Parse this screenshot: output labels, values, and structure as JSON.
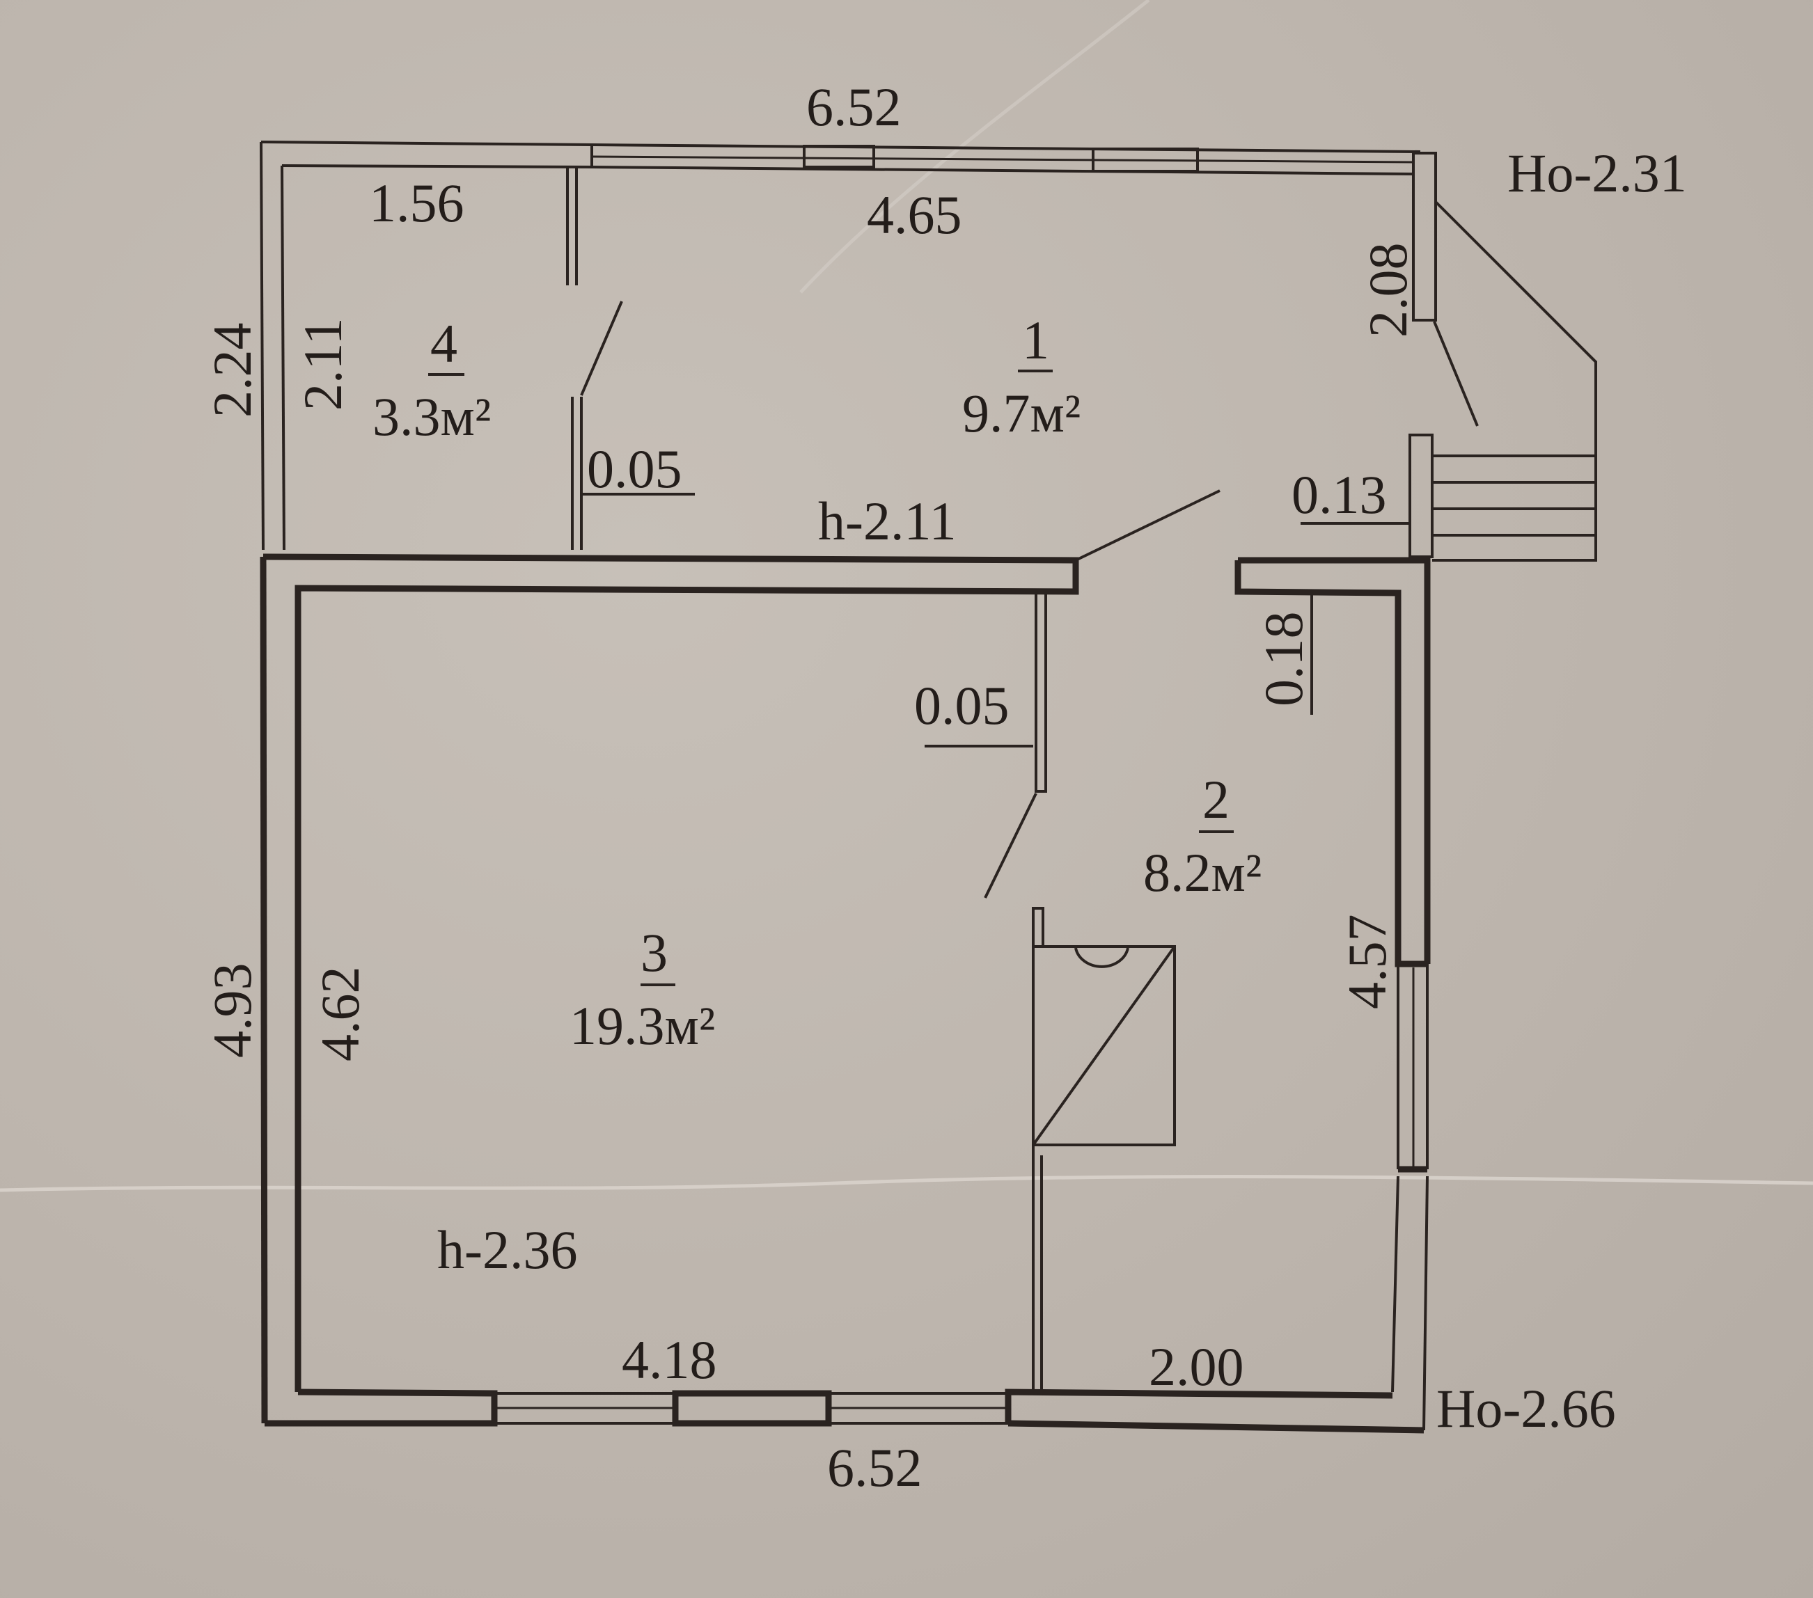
{
  "plan": {
    "dimensions": {
      "top_overall": "6.52",
      "bottom_overall": "6.52",
      "room4_width": "1.56",
      "room1_width": "4.65",
      "left_outer_upper": "2.24",
      "left_inner_upper": "2.11",
      "left_outer_lower": "4.93",
      "left_inner_lower": "4.62",
      "porch_wall": "2.08",
      "wall_upper_partition": "0.05",
      "wall_lower_partition": "0.05",
      "wall_porch": "0.13",
      "wall_right": "0.18",
      "right_inner": "4.57",
      "room3_width": "4.18",
      "room2_width": "2.00"
    },
    "heights": {
      "upper_ceiling": "h-2.11",
      "lower_ceiling": "h-2.36",
      "outer_upper": "Hо-2.31",
      "outer_lower": "Hо-2.66"
    },
    "rooms": [
      {
        "number": "1",
        "area": "9.7м²"
      },
      {
        "number": "2",
        "area": "8.2м²"
      },
      {
        "number": "3",
        "area": "19.3м²"
      },
      {
        "number": "4",
        "area": "3.3м²"
      }
    ],
    "colors": {
      "paper": "#bdb5ad",
      "ink": "#2a2320"
    }
  }
}
